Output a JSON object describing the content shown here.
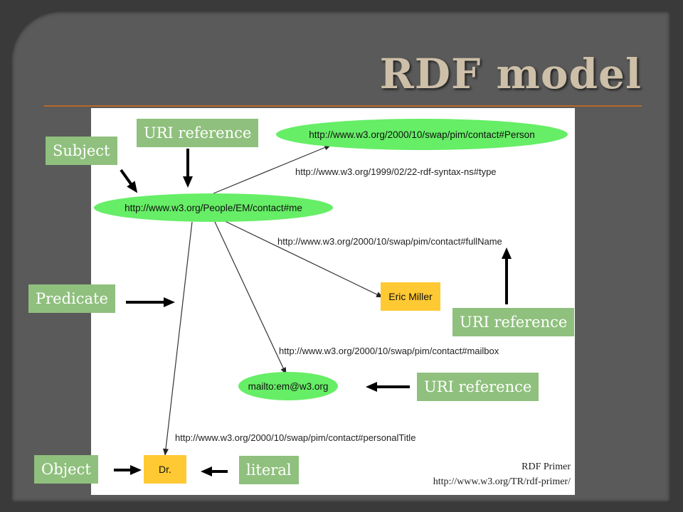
{
  "title": "RDF model",
  "nodes": {
    "person": "http://www.w3.org/2000/10/swap/pim/contact#Person",
    "me": "http://www.w3.org/People/EM/contact#me",
    "eric": "Eric Miller",
    "mailbox": "mailto:em@w3.org",
    "dr": "Dr."
  },
  "edges": {
    "type": "http://www.w3.org/1999/02/22-rdf-syntax-ns#type",
    "fullname": "http://www.w3.org/2000/10/swap/pim/contact#fullName",
    "mailbox": "http://www.w3.org/2000/10/swap/pim/contact#mailbox",
    "title": "http://www.w3.org/2000/10/swap/pim/contact#personalTitle"
  },
  "callouts": {
    "uri_top": "URI reference",
    "subject": "Subject",
    "predicate": "Predicate",
    "uri_right": "URI reference",
    "uri_mid": "URI reference",
    "object": "Object",
    "literal": "literal"
  },
  "credit": {
    "line1": "RDF Primer",
    "line2": "http://www.w3.org/TR/rdf-primer/"
  },
  "colors": {
    "background": "#5a5a5a",
    "title": "#cdbfa8",
    "callout": "#8fc07d",
    "uri_node": "#66ee66",
    "literal_node": "#ffc933"
  }
}
